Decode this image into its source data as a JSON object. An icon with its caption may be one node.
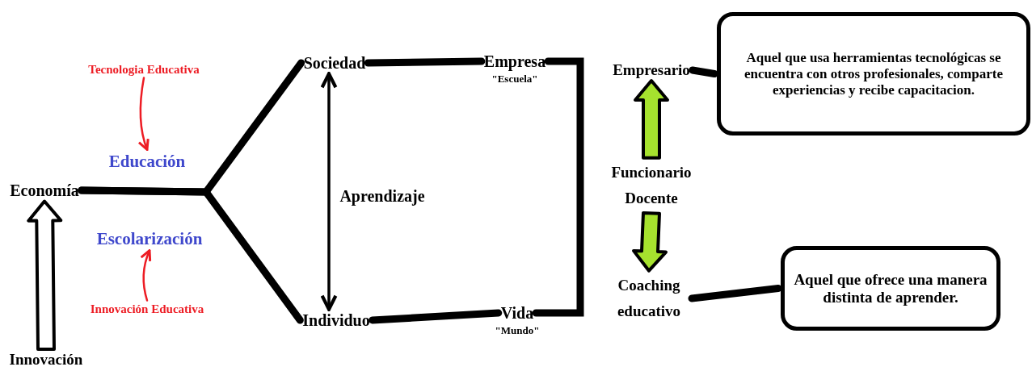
{
  "diagram": {
    "nodes": [
      {
        "text": [
          "Tecnologia Educativa"
        ]
      },
      {
        "text": [
          "Educación"
        ]
      },
      {
        "text": [
          "Economía"
        ]
      },
      {
        "text": [
          "Escolarización"
        ]
      },
      {
        "text": [
          "Innovación Educativa"
        ]
      },
      {
        "text": [
          "Innovación"
        ]
      },
      {
        "text": [
          "Sociedad"
        ]
      },
      {
        "text": [
          "Individuo"
        ]
      },
      {
        "text": [
          "Empresa"
        ],
        "beside": [
          "\"Escuela\""
        ]
      },
      {
        "text": [
          "Vida"
        ],
        "beside": [
          "\"Mundo\""
        ]
      },
      {
        "text": [
          "Empresario"
        ]
      },
      {
        "text": [
          "Aquel que usa herramientas tecnológicas se encuentra con otros profesionales, comparte experiencias y recibe capacitacion."
        ]
      },
      {
        "text": [
          "Funcionario Docente"
        ]
      },
      {
        "text": [
          "Coaching educativo"
        ]
      },
      {
        "text": [
          "Aquel que ofrece una manera distinta de aprender."
        ]
      }
    ],
    "edges": [
      {
        "from": 0,
        "to": 1,
        "arrow": "to",
        "color": "#ed1c24"
      },
      {
        "from": 4,
        "to": 3,
        "arrow": "to",
        "color": "#ed1c24"
      },
      {
        "from": 5,
        "to": 2,
        "arrow": "to",
        "style": "thick"
      },
      {
        "from": 2,
        "to": 6,
        "arrow": "none"
      },
      {
        "from": 2,
        "to": 7,
        "arrow": "none"
      },
      {
        "from": 6,
        "to": 7,
        "arrow": "both",
        "label": "Aprendizaje"
      },
      {
        "from": 6,
        "to": 8,
        "arrow": "none"
      },
      {
        "from": 7,
        "to": 9,
        "arrow": "none"
      },
      {
        "from": 8,
        "to": 9,
        "arrow": "none"
      },
      {
        "from": 10,
        "to": 11,
        "arrow": "none"
      },
      {
        "from": 12,
        "to": 10,
        "arrow": "to",
        "style": "thick",
        "color": "#a6e22e"
      },
      {
        "from": 12,
        "to": 13,
        "arrow": "to",
        "style": "thick",
        "color": "#a6e22e"
      },
      {
        "from": 13,
        "to": 14,
        "arrow": "none"
      }
    ]
  }
}
